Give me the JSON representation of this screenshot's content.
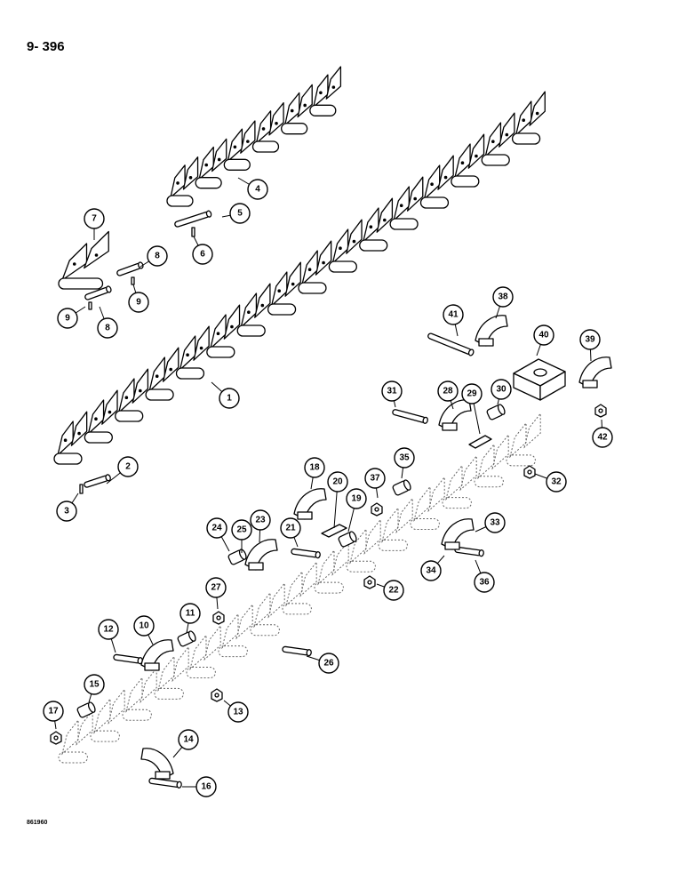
{
  "page_number": "9- 396",
  "drawing_code": "861960",
  "callouts": [
    "1",
    "2",
    "3",
    "4",
    "5",
    "6",
    "7",
    "8",
    "8",
    "9",
    "9",
    "10",
    "11",
    "12",
    "13",
    "14",
    "15",
    "16",
    "17",
    "18",
    "19",
    "20",
    "21",
    "22",
    "23",
    "24",
    "25",
    "26",
    "27",
    "28",
    "29",
    "30",
    "31",
    "32",
    "33",
    "34",
    "35",
    "36",
    "37",
    "38",
    "39",
    "40",
    "41",
    "42"
  ],
  "icons": [
    "roller-chain",
    "connecting-pin",
    "cotter-pin",
    "gathering-lug",
    "spacer-bushing",
    "bolt",
    "nut",
    "lug-block"
  ]
}
